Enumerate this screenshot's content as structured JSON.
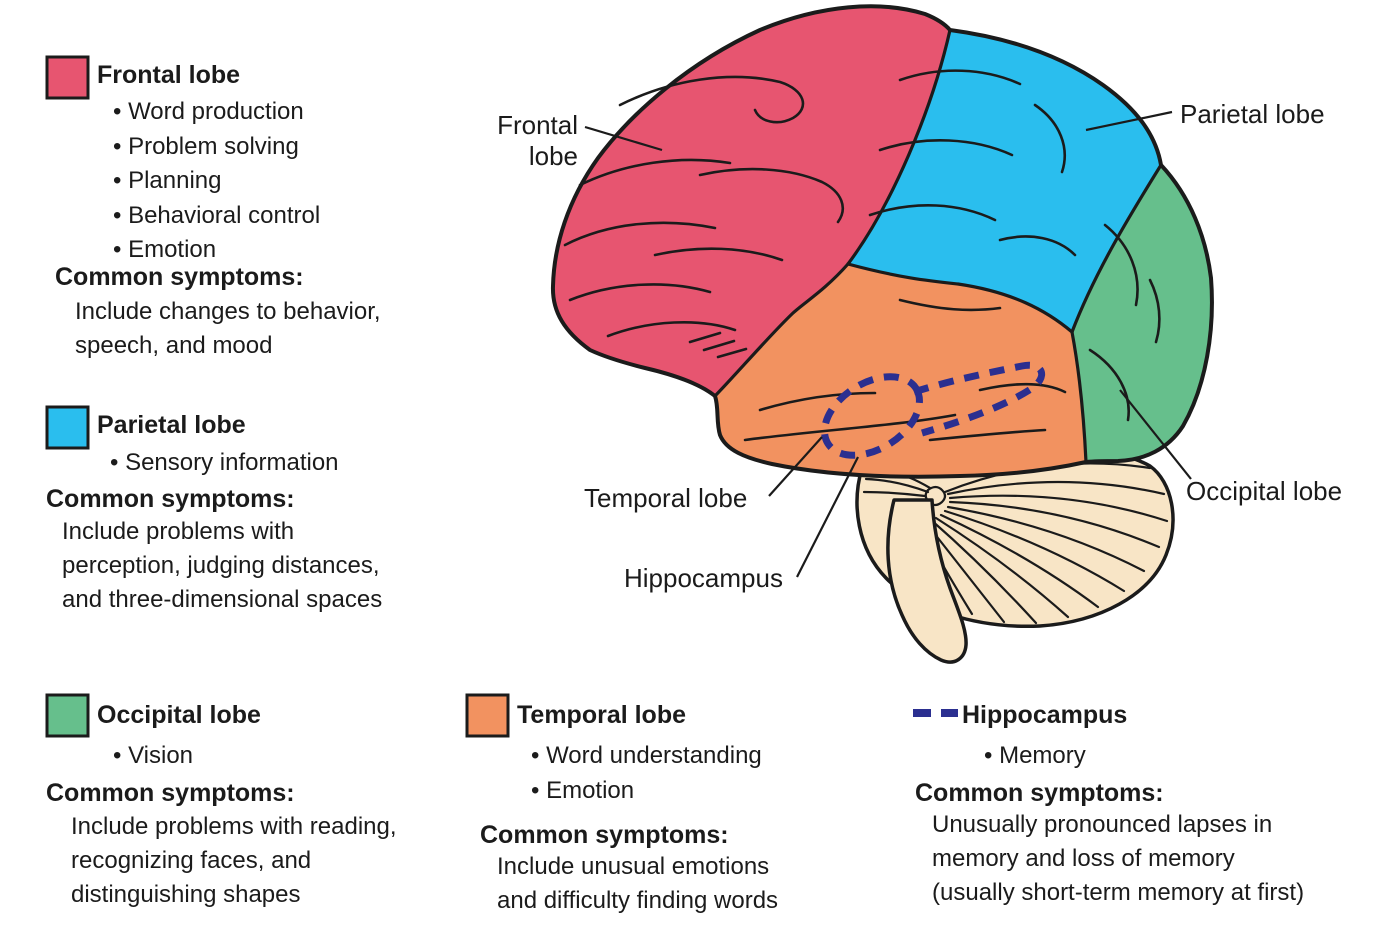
{
  "diagram": {
    "labels": {
      "frontal_line1": "Frontal",
      "frontal_line2": "lobe",
      "parietal": "Parietal lobe",
      "temporal": "Temporal lobe",
      "hippocampus": "Hippocampus",
      "occipital": "Occipital lobe"
    },
    "colors": {
      "frontal": "#e75570",
      "parietal": "#2abeee",
      "occipital": "#66bf8c",
      "temporal": "#f29260",
      "hippocampus": "#2b2f90",
      "cerebellum": "#f8e5c6",
      "outline": "#1b1b1b"
    }
  },
  "legend": {
    "frontal": {
      "title": "Frontal lobe",
      "bullets": [
        "Word production",
        "Problem solving",
        "Planning",
        "Behavioral control",
        "Emotion"
      ],
      "symptoms_heading": "Common symptoms:",
      "symptoms_lines": [
        "Include changes to behavior,",
        "speech, and mood"
      ]
    },
    "parietal": {
      "title": "Parietal lobe",
      "bullets": [
        "Sensory information"
      ],
      "symptoms_heading": "Common symptoms:",
      "symptoms_lines": [
        "Include problems with",
        "perception, judging distances,",
        "and three-dimensional spaces"
      ]
    },
    "occipital": {
      "title": "Occipital lobe",
      "bullets": [
        "Vision"
      ],
      "symptoms_heading": "Common symptoms:",
      "symptoms_lines": [
        "Include problems with reading,",
        "recognizing faces, and",
        "distinguishing shapes"
      ]
    },
    "temporal": {
      "title": "Temporal lobe",
      "bullets": [
        "Word understanding",
        "Emotion"
      ],
      "symptoms_heading": "Common symptoms:",
      "symptoms_lines": [
        "Include unusual emotions",
        "and difficulty finding words"
      ]
    },
    "hippocampus": {
      "title": "Hippocampus",
      "bullets": [
        "Memory"
      ],
      "symptoms_heading": "Common symptoms:",
      "symptoms_lines": [
        "Unusually pronounced lapses in",
        "memory and loss of memory",
        "(usually short-term memory at first)"
      ]
    }
  }
}
